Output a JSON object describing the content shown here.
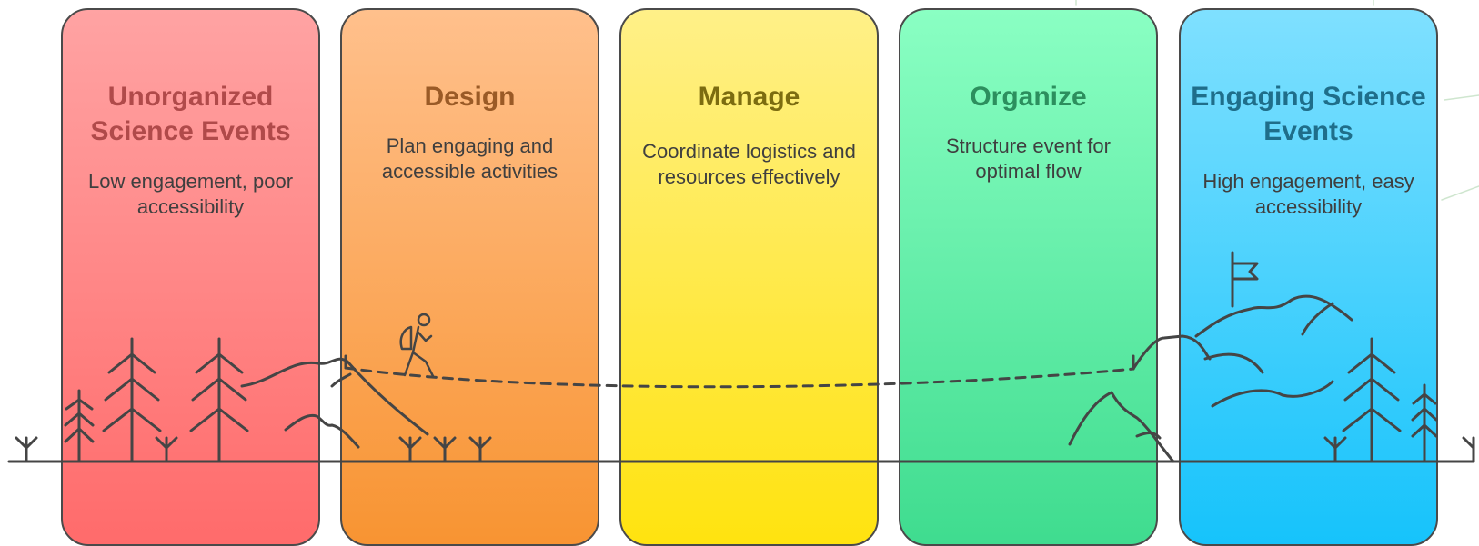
{
  "stages": [
    {
      "title": "Unorganized Science Events",
      "description": "Low engagement, poor accessibility",
      "color": "#ff6b6b"
    },
    {
      "title": "Design",
      "description": "Plan engaging and accessible activities",
      "color": "#f89432"
    },
    {
      "title": "Manage",
      "description": "Coordinate logistics and resources effectively",
      "color": "#ffe30f"
    },
    {
      "title": "Organize",
      "description": "Structure event for optimal flow",
      "color": "#3fdc8f"
    },
    {
      "title": "Engaging Science Events",
      "description": "High engagement, easy accessibility",
      "color": "#16c3fb"
    }
  ],
  "icons": [
    "pine-tree-icon",
    "grass-sprout-icon",
    "hiker-icon",
    "mountain-icon",
    "summit-flag-icon"
  ]
}
